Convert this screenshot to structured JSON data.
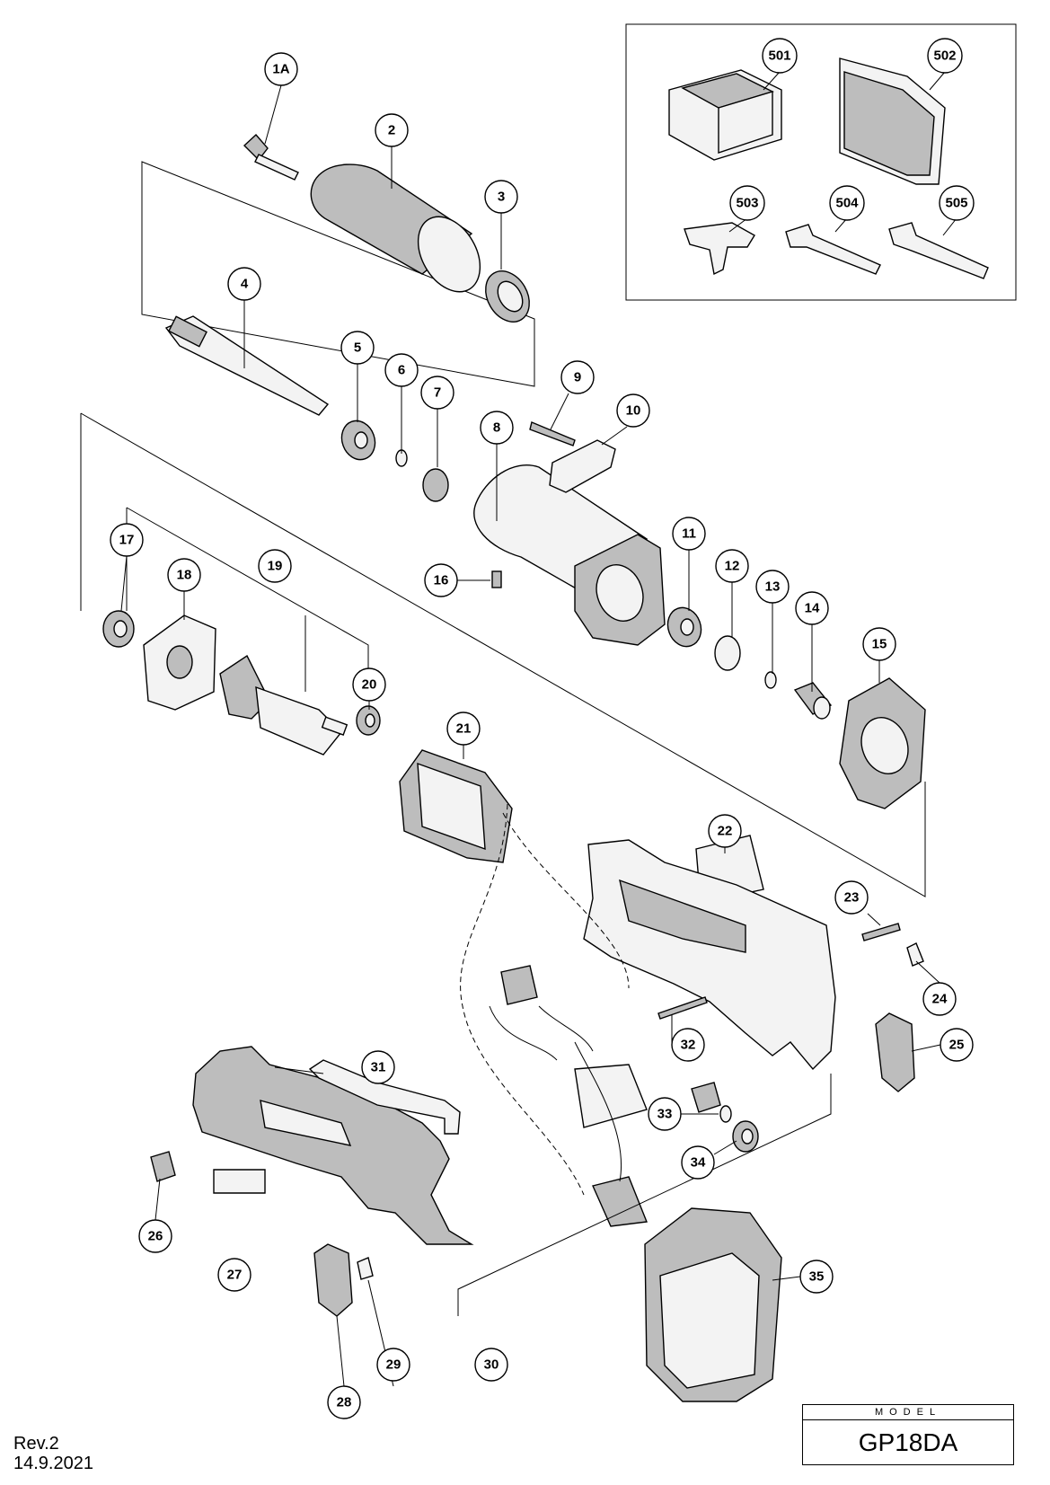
{
  "diagram": {
    "callouts": [
      "1A",
      "2",
      "3",
      "4",
      "5",
      "6",
      "7",
      "8",
      "9",
      "10",
      "11",
      "12",
      "13",
      "14",
      "15",
      "16",
      "17",
      "18",
      "19",
      "20",
      "21",
      "22",
      "23",
      "24",
      "25",
      "26",
      "27",
      "28",
      "29",
      "30",
      "31",
      "32",
      "33",
      "34",
      "35"
    ],
    "accessory_callouts": [
      "501",
      "502",
      "503",
      "504",
      "505"
    ]
  },
  "model": {
    "label": "MODEL",
    "value": "GP18DA"
  },
  "revision": {
    "rev": "Rev.2",
    "date": "14.9.2021"
  }
}
